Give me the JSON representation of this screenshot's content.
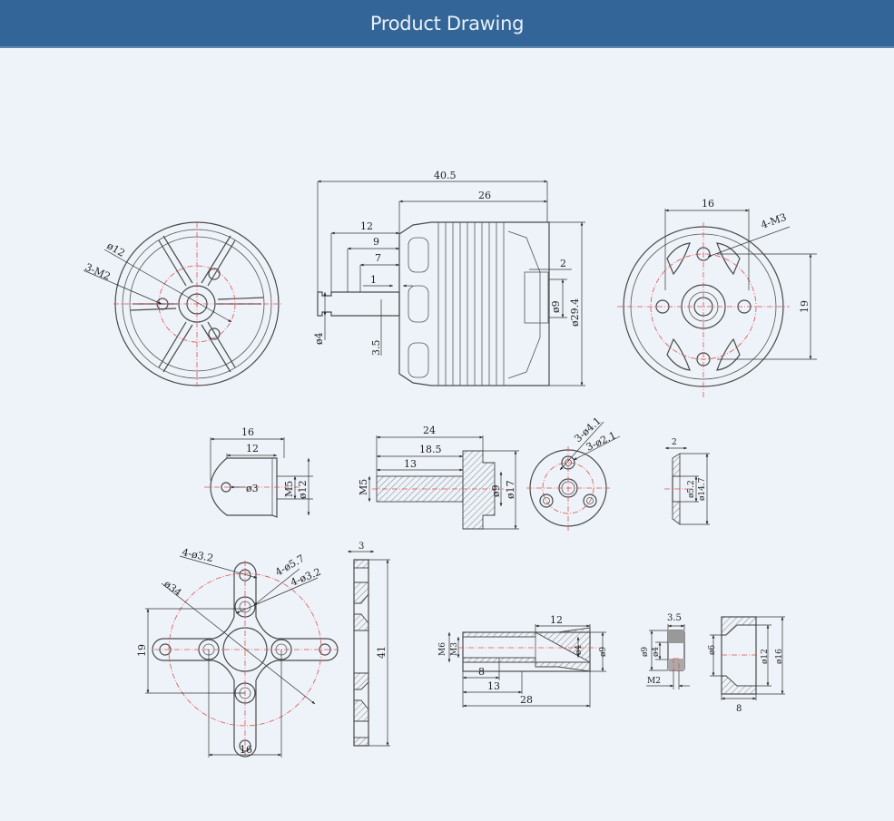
{
  "header": {
    "title": "Product Drawing"
  },
  "drawing": {
    "motor_front": {
      "d_hub": "ø12",
      "holes": "3-M2"
    },
    "motor_side": {
      "overall": "40.5",
      "body": "26",
      "shaft_12": "12",
      "shaft_9": "9",
      "shaft_7": "7",
      "shaft_1": "1",
      "shaft_dia": "ø4",
      "shaft_3_5": "3.5",
      "gap": "2",
      "boss_dia": "ø9",
      "body_dia": "ø29.4"
    },
    "motor_back": {
      "spacing_h": "16",
      "holes": "4-M3",
      "spacing_v": "19"
    },
    "spinner_nut": {
      "len": "16",
      "len2": "12",
      "hole": "ø3",
      "thread": "M5",
      "dia": "ø12"
    },
    "prop_adapter": {
      "len": "24",
      "len2": "18.5",
      "len3": "13",
      "thread": "M5",
      "d1": "ø9",
      "d2": "ø17"
    },
    "prop_disc": {
      "holes_a": "3-ø4.1",
      "holes_b": "3-ø2.1"
    },
    "washer": {
      "thick": "2",
      "inner": "ø5.2",
      "outer": "ø14.7"
    },
    "x_mount": {
      "holes_a": "4-ø3.2",
      "holes_b": "4-ø5.7",
      "holes_c": "4-ø3.2",
      "circle": "ø34",
      "spacing_v": "19",
      "spacing_h": "16"
    },
    "x_mount_side": {
      "thick": "3",
      "len": "41"
    },
    "sleeve": {
      "len_cone": "12",
      "outer": "M6",
      "inner": "M3",
      "bore": "ø4",
      "tip": "ø9",
      "l8": "8",
      "l13": "13",
      "l28": "28"
    },
    "collar": {
      "thick": "3.5",
      "outer": "ø9",
      "inner": "ø4",
      "screw": "M2"
    },
    "cone": {
      "bore": "ø6",
      "d1": "ø12",
      "d2": "ø16",
      "len": "8"
    }
  }
}
